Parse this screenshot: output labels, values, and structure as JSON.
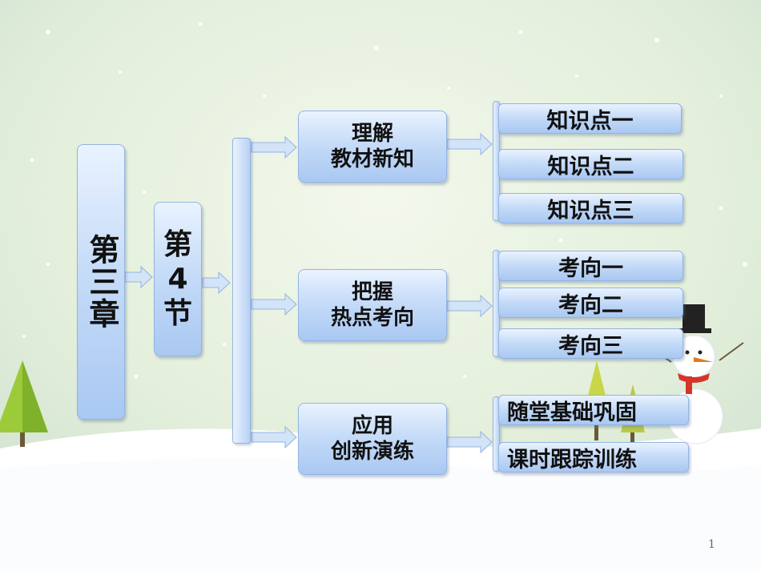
{
  "chapter": "第三章",
  "section": {
    "line1": "第",
    "line2": "4",
    "line3": "节"
  },
  "branches": [
    {
      "title_line1": "理解",
      "title_line2": "教材新知",
      "items": [
        "知识点一",
        "知识点二",
        "知识点三"
      ]
    },
    {
      "title_line1": "把握",
      "title_line2": "热点考向",
      "items": [
        "考向一",
        "考向二",
        "考向三"
      ]
    },
    {
      "title_line1": "应用",
      "title_line2": "创新演练",
      "items": [
        "随堂基础巩固",
        "课时跟踪训练"
      ]
    }
  ],
  "page_number": "1"
}
